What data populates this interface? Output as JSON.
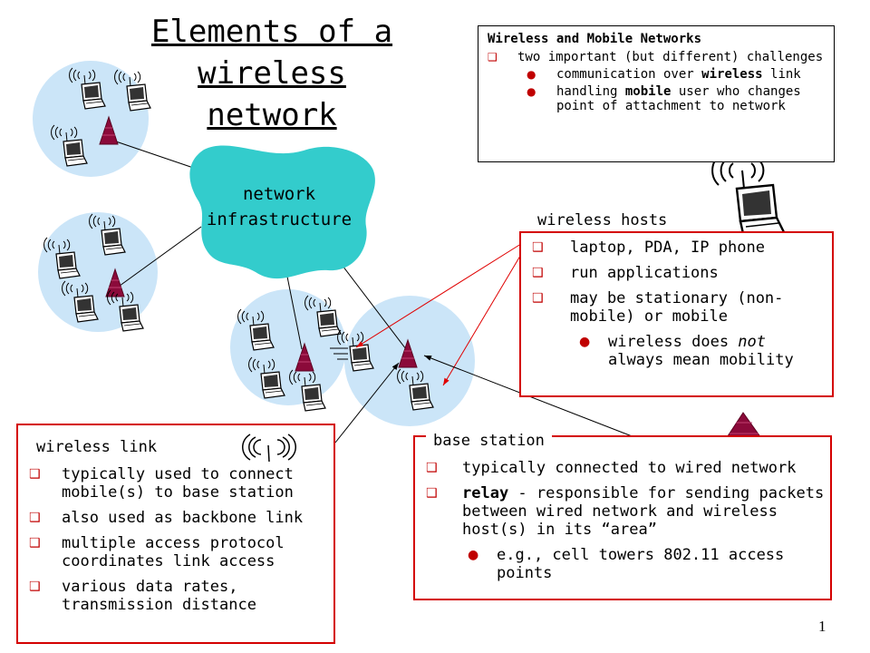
{
  "title": {
    "line1": "Elements of a wireless",
    "line2": "network"
  },
  "summary": {
    "heading": "Wireless and Mobile Networks",
    "items": [
      {
        "text": "two important (but different) challenges",
        "level": 1
      },
      {
        "text": "communication over wireless link",
        "level": 2
      },
      {
        "text": "handling mobile user who changes point of attachment to network",
        "level": 2
      }
    ]
  },
  "cloud_label": {
    "line1": "network",
    "line2": "infrastructure"
  },
  "wireless_hosts": {
    "heading": "wireless hosts",
    "items": [
      {
        "text": "laptop, PDA, IP phone",
        "level": 1
      },
      {
        "text": "run applications",
        "level": 1
      },
      {
        "text": "may be stationary (non-mobile) or mobile",
        "level": 1
      },
      {
        "text": "wireless does not always mean mobility",
        "level": 2
      }
    ]
  },
  "wireless_link": {
    "heading": "wireless link",
    "items": [
      {
        "text": "typically used to connect mobile(s) to base station"
      },
      {
        "text": "also used as backbone link"
      },
      {
        "text": "multiple access protocol coordinates link access"
      },
      {
        "text": "various data rates, transmission distance"
      }
    ]
  },
  "base_station": {
    "heading": "base station",
    "items": [
      {
        "text": "typically connected to wired network",
        "level": 1
      },
      {
        "text": "relay - responsible for sending packets between wired network and wireless host(s) in its “area”",
        "level": 1
      },
      {
        "text": "e.g., cell towers  802.11 access points",
        "level": 2
      }
    ]
  },
  "slide_number": "1",
  "colors": {
    "cell": "#cbe5f8",
    "cloud": "#33cccc",
    "callout_border": "#d40000",
    "tower": "#8b0a3a",
    "bullet": "#c00000",
    "arrow_red": "#e00000"
  },
  "icons": [
    "laptop-icon",
    "radio-waves-icon",
    "base-station-tower-icon"
  ]
}
